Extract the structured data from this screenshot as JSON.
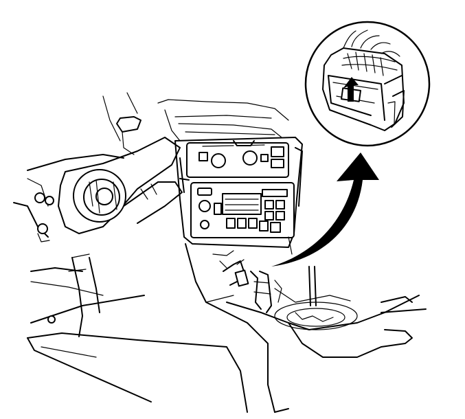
{
  "diagram": {
    "style": "black-and-white line illustration",
    "background": "#ffffff",
    "ink": "#000000",
    "callout_arrow_direction": "up-right",
    "inset_arrow_direction": "up"
  }
}
